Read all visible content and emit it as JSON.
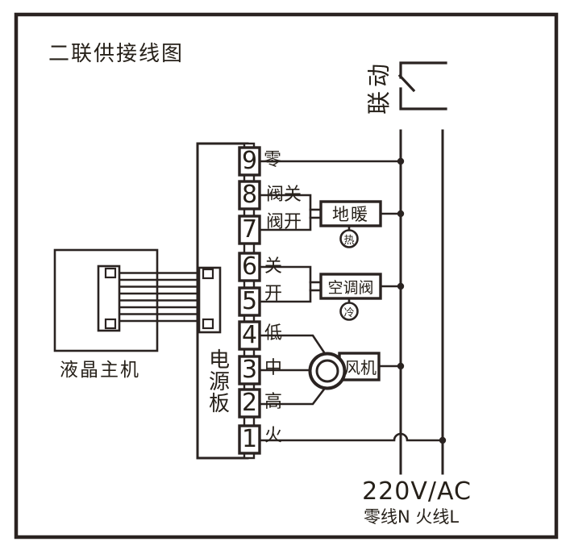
{
  "title": "二联供接线图",
  "linkage_label": "联动",
  "host_label": "液晶主机",
  "power_board_label": "电源板",
  "terminals": [
    {
      "num": "9",
      "label": "零"
    },
    {
      "num": "8",
      "label": "阀关"
    },
    {
      "num": "7",
      "label": "阀开"
    },
    {
      "num": "6",
      "label": "关"
    },
    {
      "num": "5",
      "label": "开"
    },
    {
      "num": "4",
      "label": "低"
    },
    {
      "num": "3",
      "label": "中"
    },
    {
      "num": "2",
      "label": "高"
    },
    {
      "num": "1",
      "label": "火"
    }
  ],
  "components": {
    "floor_heating": {
      "label": "地暖",
      "badge": "热"
    },
    "ac_valve": {
      "label": "空调阀",
      "badge": "冷"
    },
    "fan": {
      "label": "风机"
    }
  },
  "power": {
    "voltage": "220V/AC",
    "line_names": "零线N 火线L"
  },
  "colors": {
    "ink": "#2a2321",
    "background": "#ffffff"
  }
}
